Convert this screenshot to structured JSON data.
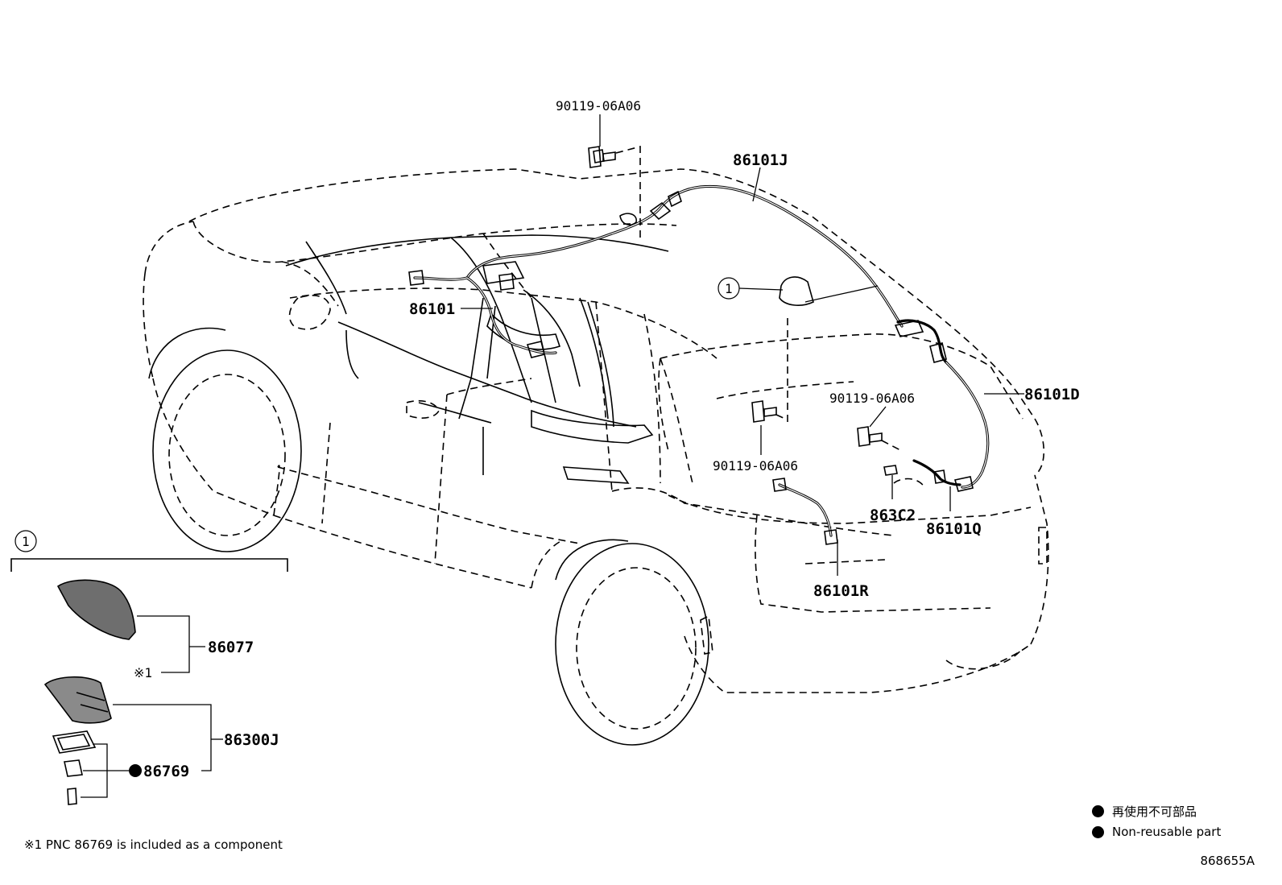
{
  "parts": {
    "bolt_top": "90119-06A06",
    "harness_roof": "86101J",
    "harness_front": "86101",
    "harness_rear_right": "86101D",
    "bolt_mid_right": "90119-06A06",
    "bolt_mid_left": "90119-06A06",
    "clip": "863C2",
    "harness_q": "86101Q",
    "harness_r": "86101R",
    "antenna_cover": "86077",
    "antenna_assy": "86300J",
    "gasket": "86769"
  },
  "callout_ref": "1",
  "note_marker": "※1",
  "legend": {
    "ja": "再使用不可部品",
    "en": "Non-reusable part"
  },
  "footnote": "※1 PNC 86769 is included as a component",
  "illustration_code": "868655A",
  "colors": {
    "ink": "#000000",
    "paper": "#ffffff",
    "antenna_fill": "#6e6e6e"
  }
}
